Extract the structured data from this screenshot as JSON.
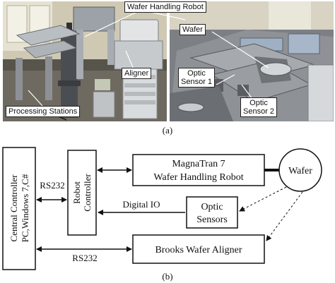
{
  "figure_a": {
    "caption": "(a)",
    "left_photo": {
      "labels": {
        "wafer_handling_robot": "Wafer Handling Robot",
        "aligner": "Aligner",
        "processing_stations": "Processing Stations"
      }
    },
    "right_photo": {
      "labels": {
        "wafer": "Wafer",
        "optic_sensor_1": [
          "Optic",
          "Sensor 1"
        ],
        "optic_sensor_2": [
          "Optic",
          "Sensor 2"
        ]
      }
    }
  },
  "figure_b": {
    "caption": "(b)",
    "central_controller": [
      "Central Controller",
      "PC,Windows 7,C#"
    ],
    "robot_controller": [
      "Robot",
      "Controller"
    ],
    "magnatran_robot": [
      "MagnaTran 7",
      "Wafer Handling Robot"
    ],
    "wafer": "Wafer",
    "optic_sensors": [
      "Optic",
      "Sensors"
    ],
    "brooks_aligner": "Brooks Wafer Aligner",
    "links": {
      "rs232_top": "RS232",
      "digital_io": "Digital IO",
      "rs232_bottom": "RS232"
    }
  },
  "colors": {
    "wall": "#cfc9b4",
    "machine": "#8d9196",
    "lab_floor": "#6f6a60"
  }
}
